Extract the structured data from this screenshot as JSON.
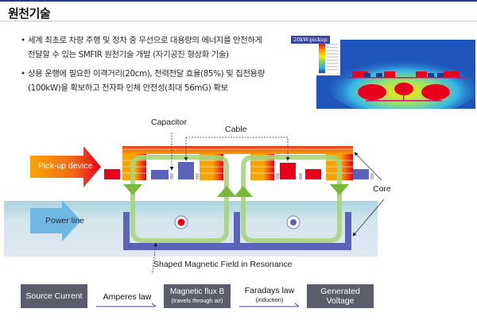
{
  "header": {
    "title": "원천기술"
  },
  "bullets": [
    {
      "line1": "세계 최초로 차량 주행 및 정차 중 무선으로 대용량의 에너지를 안전하게",
      "line2": "전달할 수 있는 SMFIR 원천기술 개발 (자기공진 형상화 기술)"
    },
    {
      "line1": "상용 운행에 필요한 이격거리(20cm), 전력전달 효율(85%) 및 집전용량",
      "line2": "(100kW)을 확보하고 전자파 인체 안전성(최대 56mG) 확보"
    }
  ],
  "simulation": {
    "tag": "20kW-pickup"
  },
  "diagram": {
    "pickup_label": "Pick-up device",
    "power_label": "Power line",
    "capacitor_label": "Capacitor",
    "cable_label": "Cable",
    "core_label": "Core",
    "field_label": "Shaped Magnetic Field in Resonance"
  },
  "flow": {
    "source": "Source Current",
    "law1": "Amperes law",
    "flux_line1": "Magnetic flux B",
    "flux_line2": "(travels through air)",
    "law2_line1": "Faradays law",
    "law2_line2": "(induction)",
    "voltage_line1": "Generated",
    "voltage_line2": "Voltage"
  },
  "colors": {
    "accent": "#1b3a8c",
    "coil_blue": "#5b63b8",
    "coil_red": "#e8001c",
    "field_green": "#8cc63f",
    "flow_box": "#5b5d6b"
  }
}
